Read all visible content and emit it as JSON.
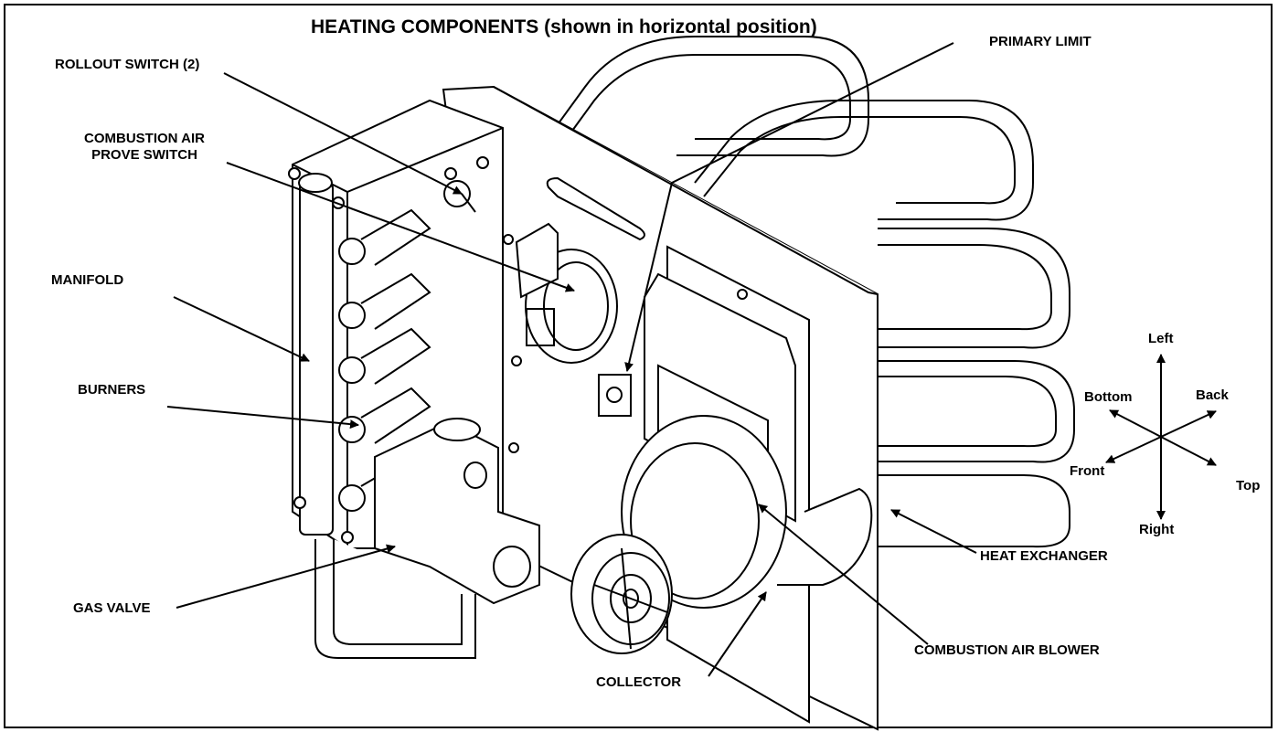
{
  "title": "HEATING COMPONENTS (shown in horizontal position)",
  "labels": {
    "rollout_switch": "ROLLOUT SWITCH (2)",
    "combustion_air_prove_switch_1": "COMBUSTION AIR",
    "combustion_air_prove_switch_2": "PROVE SWITCH",
    "manifold": "MANIFOLD",
    "burners": "BURNERS",
    "gas_valve": "GAS VALVE",
    "primary_limit": "PRIMARY LIMIT",
    "heat_exchanger": "HEAT EXCHANGER",
    "combustion_air_blower": "COMBUSTION AIR BLOWER",
    "collector": "COLLECTOR"
  },
  "orientation": {
    "left": "Left",
    "right": "Right",
    "back": "Back",
    "bottom": "Bottom",
    "front": "Front",
    "top": "Top"
  },
  "colors": {
    "line": "#000000",
    "background": "#ffffff"
  }
}
